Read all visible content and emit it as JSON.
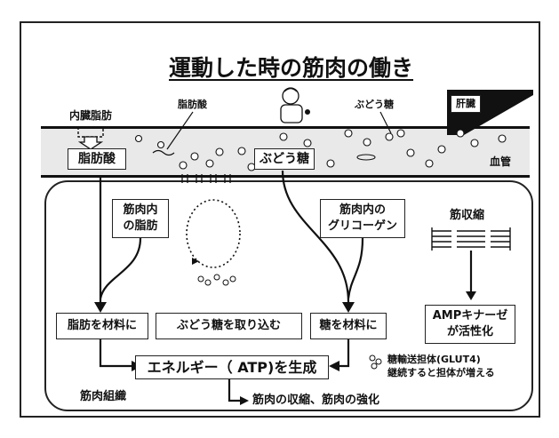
{
  "title": "運動した時の筋肉の働き",
  "top_labels": {
    "visceral_fat": "内臓脂肪",
    "fatty_acid": "脂肪酸",
    "glucose": "ぶどう糖",
    "liver": "肝臓",
    "blood_vessel": "血管"
  },
  "vessel_boxes": {
    "fatty_acid": "脂肪酸",
    "glucose": "ぶどう糖"
  },
  "sources": {
    "muscle_fat": [
      "筋肉内",
      "の脂肪"
    ],
    "muscle_glycogen": [
      "筋肉内の",
      "グリコーゲン"
    ],
    "contraction": "筋収縮"
  },
  "actions": {
    "fat_as_material": "脂肪を材料に",
    "take_in_glucose": "ぶどう糖を取り込む",
    "sugar_as_material": "糖を材料に",
    "ampk": [
      "AMPキナーゼ",
      "が活性化"
    ]
  },
  "energy": "エネルギー（ ATP)を生成",
  "transporter_note": [
    "糖輸送担体(GLUT4)",
    "継続すると担体が増える"
  ],
  "tissue_label": "筋肉組織",
  "result": "筋肉の収縮、筋肉の強化",
  "colors": {
    "line": "#111111",
    "vessel": "#e9e9e9",
    "liver": "#111111"
  }
}
